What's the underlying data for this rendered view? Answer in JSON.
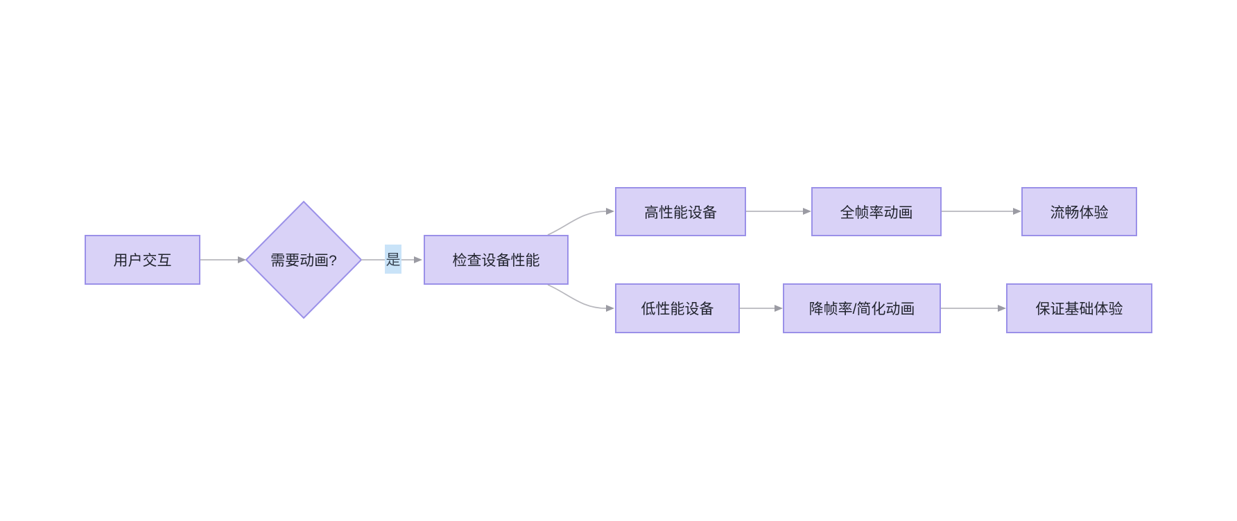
{
  "diagram": {
    "type": "flowchart-LR",
    "background": "#ffffff",
    "colors": {
      "node-fill": "#d9d2f7",
      "node-border": "#9a90e8",
      "node-text": "#21242e",
      "edge": "#b7b7bd",
      "arrowhead": "#9b9ba3",
      "edge-label-bg": "#c9e3f8",
      "edge-label-text": "#3a4654"
    },
    "nodes": [
      {
        "id": "A",
        "shape": "rectangle",
        "label": "用户交互"
      },
      {
        "id": "B",
        "shape": "diamond",
        "label": "需要动画?"
      },
      {
        "id": "C",
        "shape": "rectangle",
        "label": "检查设备性能"
      },
      {
        "id": "D",
        "shape": "rectangle",
        "label": "高性能设备"
      },
      {
        "id": "E",
        "shape": "rectangle",
        "label": "全帧率动画"
      },
      {
        "id": "F",
        "shape": "rectangle",
        "label": "流畅体验"
      },
      {
        "id": "G",
        "shape": "rectangle",
        "label": "低性能设备"
      },
      {
        "id": "H",
        "shape": "rectangle",
        "label": "降帧率/简化动画"
      },
      {
        "id": "I",
        "shape": "rectangle",
        "label": "保证基础体验"
      }
    ],
    "edges": [
      {
        "from": "用户交互",
        "to": "需要动画?",
        "label": ""
      },
      {
        "from": "需要动画?",
        "to": "检查设备性能",
        "label": "是"
      },
      {
        "from": "检查设备性能",
        "to": "高性能设备",
        "label": ""
      },
      {
        "from": "检查设备性能",
        "to": "低性能设备",
        "label": ""
      },
      {
        "from": "高性能设备",
        "to": "全帧率动画",
        "label": ""
      },
      {
        "from": "全帧率动画",
        "to": "流畅体验",
        "label": ""
      },
      {
        "from": "低性能设备",
        "to": "降帧率/简化动画",
        "label": ""
      },
      {
        "from": "降帧率/简化动画",
        "to": "保证基础体验",
        "label": ""
      }
    ]
  }
}
